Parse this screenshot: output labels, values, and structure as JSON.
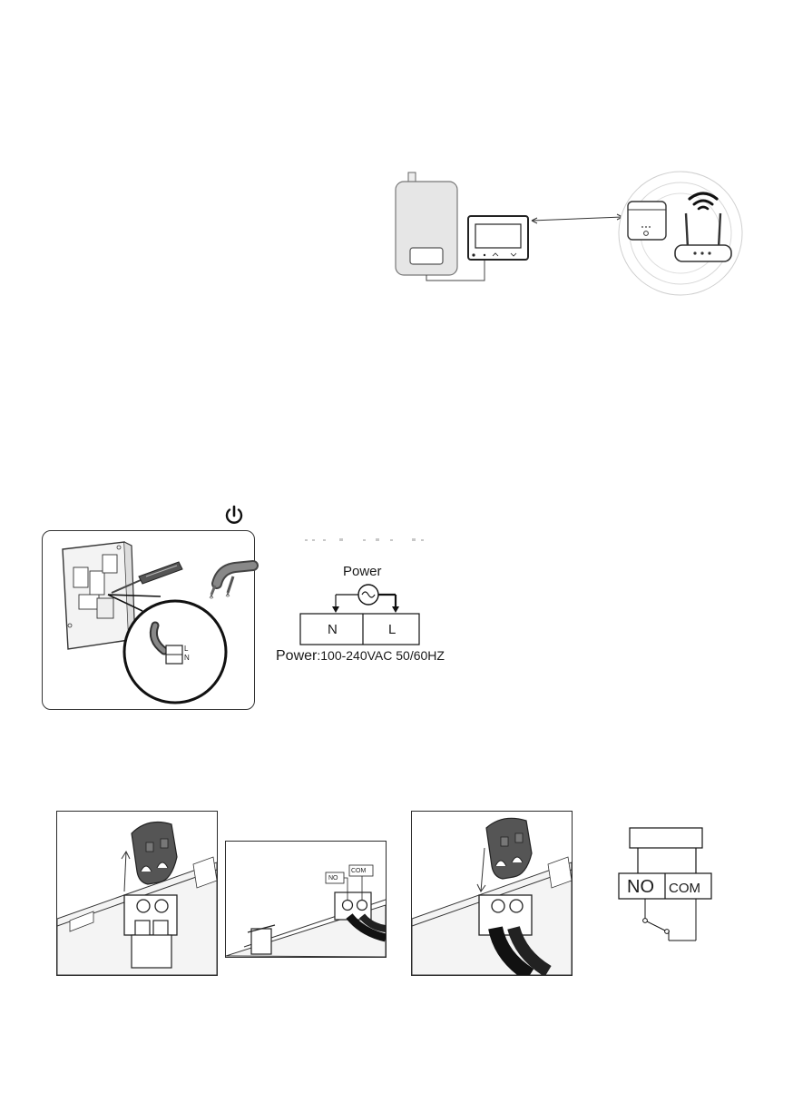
{
  "power_diagram": {
    "title": "Power",
    "terminal_n": "N",
    "terminal_l": "L",
    "spec_prefix": "Power",
    "spec_value": ":100-240VAC 50/60HZ"
  },
  "wiring_closeup": {
    "label_l": "L",
    "label_n": "N"
  },
  "relay_photo": {
    "label_no": "NO",
    "label_com": "COM"
  },
  "relay_diagram": {
    "label_no": "NO",
    "label_com": "COM"
  },
  "icons": {
    "power": "power-icon",
    "wifi": "wifi-icon",
    "arrow_up": "arrow-up-icon",
    "arrow_down": "arrow-down-icon"
  }
}
